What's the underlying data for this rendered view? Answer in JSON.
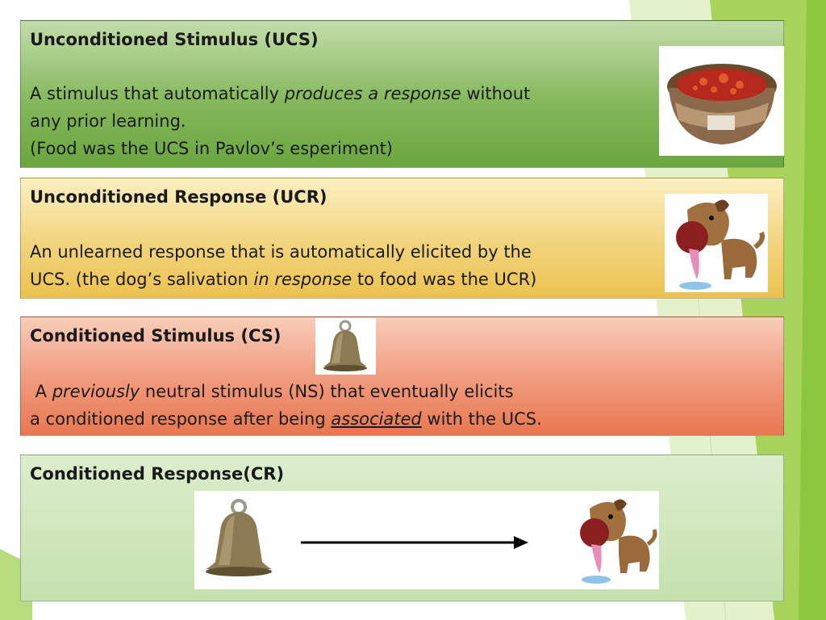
{
  "colors": {
    "ucs_box": "#6aa63f",
    "ucr_box": "#ecc24f",
    "cs_box": "#e8774f",
    "cr_box": "#c5e1ad",
    "accent_green": "#8cc63f"
  },
  "ucs": {
    "title": "Unconditioned Stimulus (UCS)",
    "line1_a": "A stimulus that automatically ",
    "line1_em": "produces a response",
    "line1_b": " without",
    "line2": "any prior learning.",
    "line3": "(Food was the UCS in Pavlov’s esperiment)",
    "image": "dog-food-bowl-image"
  },
  "ucr": {
    "title": "Unconditioned Response (UCR)",
    "line1": "An unlearned response that is automatically elicited by the",
    "line2_a": "UCS. (the dog’s salivation ",
    "line2_em": "in response",
    "line2_b": " to food was the UCR)",
    "image": "salivating-dog-image"
  },
  "cs": {
    "title": "Conditioned Stimulus (CS)",
    "line1_a": " A ",
    "line1_em": "previously",
    "line1_b": " neutral stimulus (NS) that eventually elicits",
    "line2_a": "a conditioned response after being ",
    "line2_em": "associated",
    "line2_b": " with the UCS.",
    "image": "bell-image"
  },
  "cr": {
    "title": "Conditioned Response(CR)",
    "image_left": "bell-image",
    "arrow": "right-arrow-icon",
    "image_right": "salivating-dog-image"
  }
}
